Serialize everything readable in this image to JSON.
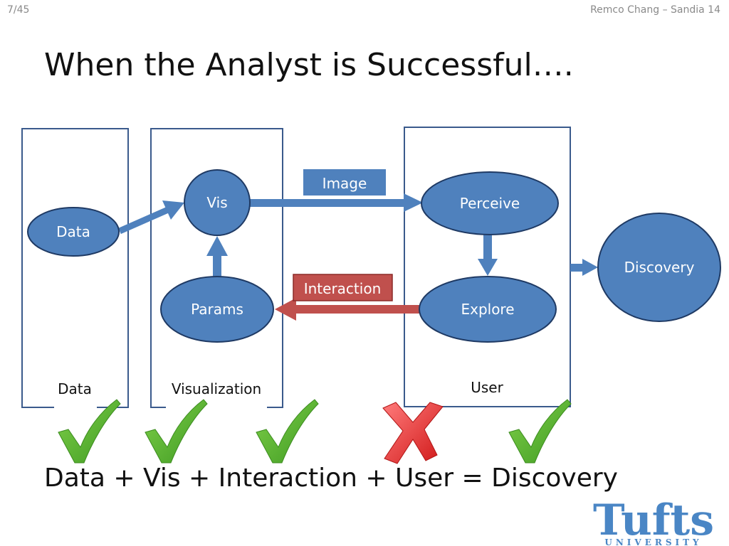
{
  "header": {
    "slide_number": "7/45",
    "right": "Remco Chang – Sandia 14"
  },
  "title": "When the Analyst is Successful….",
  "diagram": {
    "panels": {
      "data": "Data",
      "visualization": "Visualization",
      "user": "User"
    },
    "nodes": {
      "data": "Data",
      "vis": "Vis",
      "params": "Params",
      "perceive": "Perceive",
      "explore": "Explore",
      "discovery": "Discovery"
    },
    "edge_labels": {
      "image": "Image",
      "interaction": "Interaction"
    },
    "status_marks": [
      {
        "target": "Data",
        "status": "check"
      },
      {
        "target": "Visualization",
        "status": "check"
      },
      {
        "target": "Interaction",
        "status": "check"
      },
      {
        "target": "User",
        "status": "cross"
      },
      {
        "target": "Discovery",
        "status": "check"
      }
    ]
  },
  "equation": "Data + Vis + Interaction + User = Discovery",
  "logo": {
    "name": "Tufts",
    "subtitle": "UNIVERSITY"
  },
  "colors": {
    "node_fill": "#4f81bd",
    "node_stroke": "#1f3a64",
    "panel_stroke": "#3a5a8c",
    "interaction_arrow": "#c0504d",
    "check": "#4ea72e",
    "cross": "#e0282a",
    "logo": "#4a86c5"
  }
}
